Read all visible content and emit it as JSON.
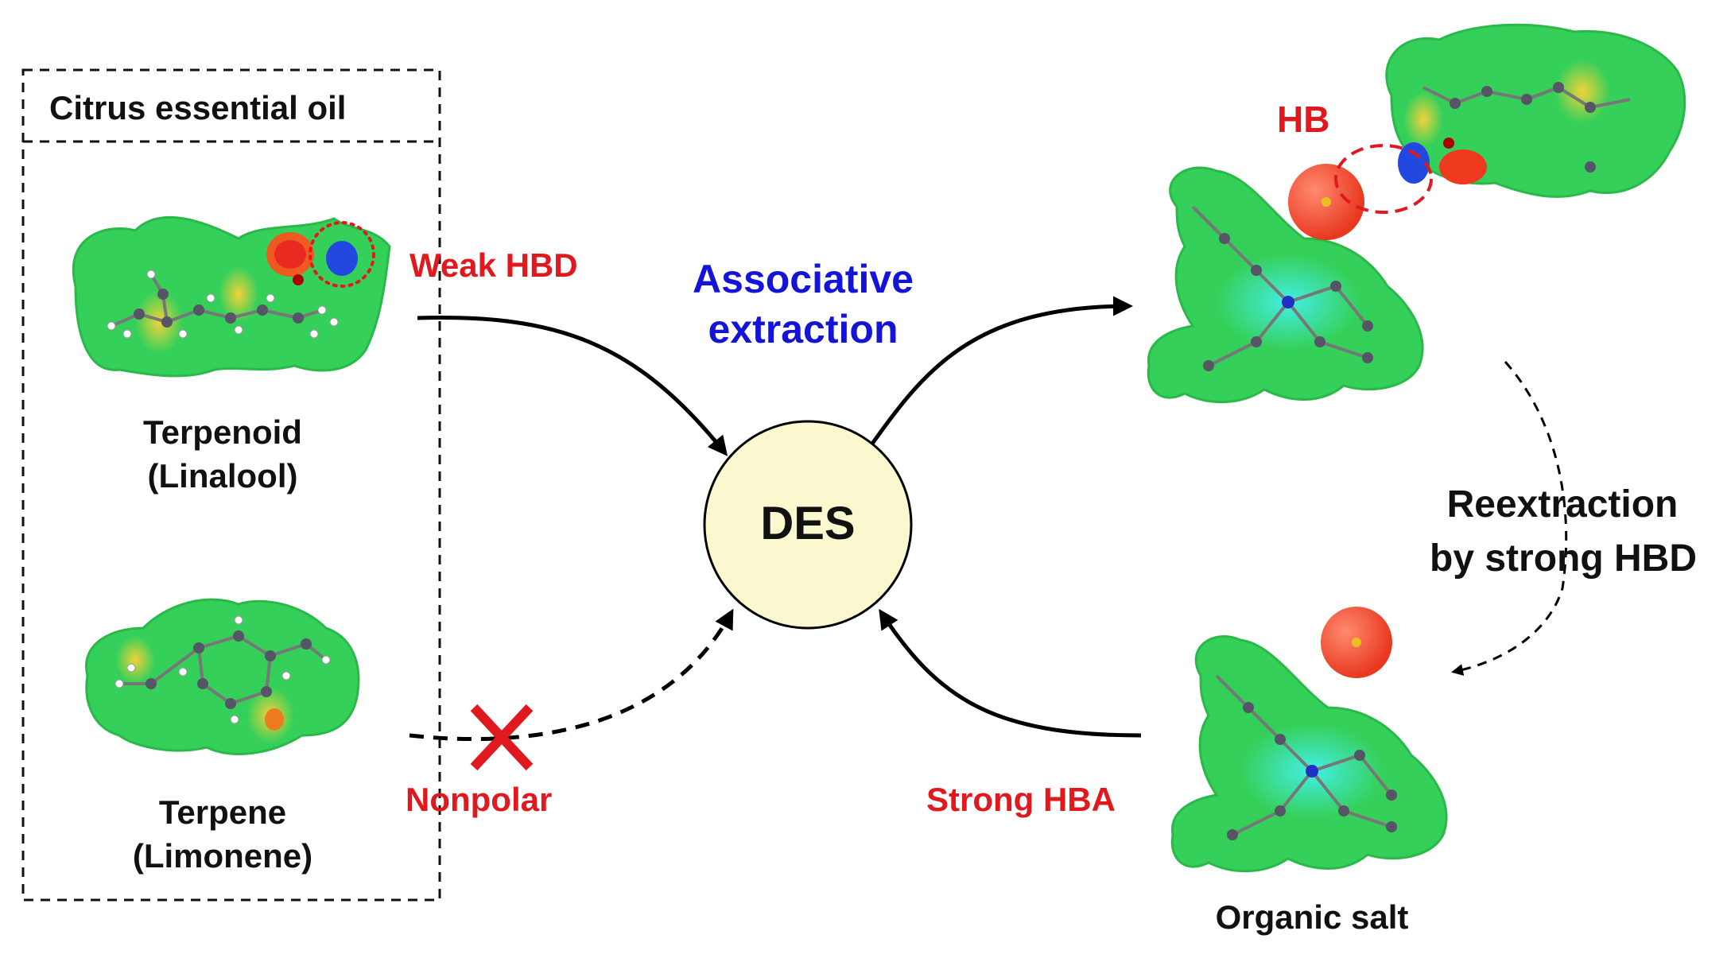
{
  "panel": {
    "title": "Citrus essential oil"
  },
  "molecules": {
    "terpenoid": {
      "name": "Terpenoid",
      "example": "(Linalool)",
      "icon": "linalool-esp-surface"
    },
    "terpene": {
      "name": "Terpene",
      "example": "(Limonene)",
      "icon": "limonene-esp-surface"
    },
    "complex": {
      "icon": "salt-linalool-complex-esp-surface"
    },
    "salt": {
      "name": "Organic salt",
      "icon": "organic-salt-esp-surface"
    }
  },
  "annotations": {
    "weak_hbd": "Weak HBD",
    "nonpolar": "Nonpolar",
    "associative_line1": "Associative",
    "associative_line2": "extraction",
    "hb": "HB",
    "reextraction_line1": "Reextraction",
    "reextraction_line2": "by strong HBD",
    "strong_hba": "Strong HBA"
  },
  "center": {
    "label": "DES"
  },
  "colors": {
    "esp_green": "#35d05a",
    "esp_cyan": "#3fe8e0",
    "esp_yellow": "#e8e040",
    "esp_red": "#f03a20",
    "esp_blue": "#2030e0",
    "des_fill": "#fbf7cf",
    "red_text": "#e0191f",
    "blue_text": "#1414d8"
  }
}
